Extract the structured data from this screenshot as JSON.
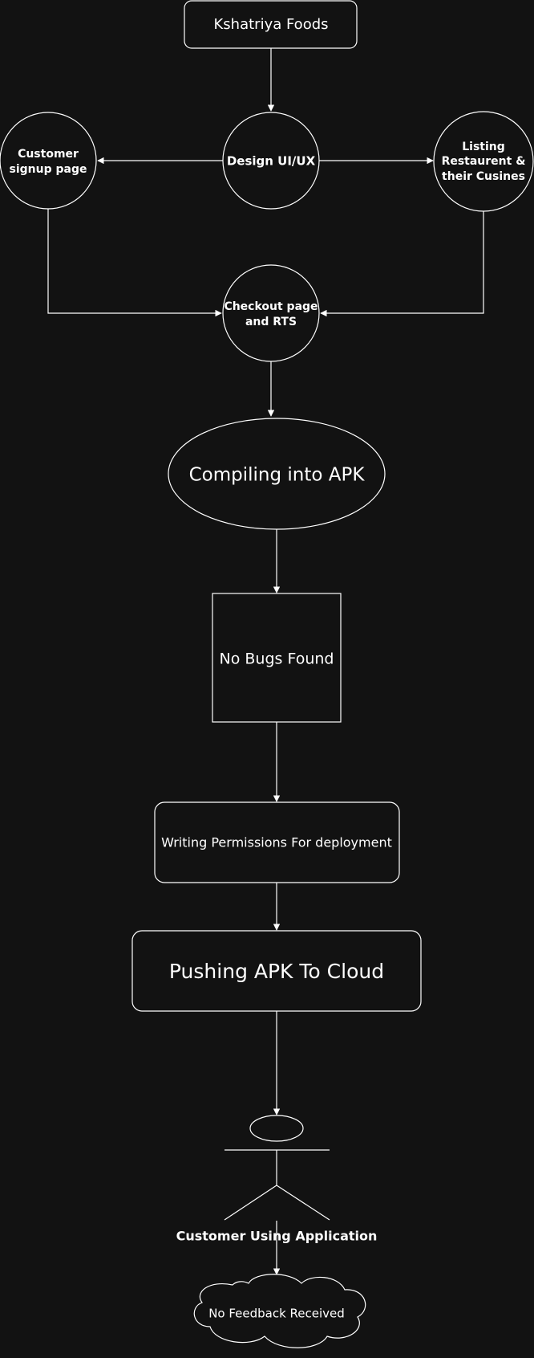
{
  "nodes": {
    "kshatriya": "Kshatriya Foods",
    "design": "Design UI/UX",
    "customer_signup": [
      "Customer",
      "signup page"
    ],
    "listing": [
      "Listing",
      "Restaurent &",
      "their Cusines"
    ],
    "checkout": [
      "Checkout page",
      "and RTS"
    ],
    "compiling": "Compiling into APK",
    "no_bugs": "No Bugs Found",
    "permissions": "Writing Permissions For deployment",
    "pushing": "Pushing APK To Cloud",
    "customer_using": "Customer Using Application",
    "no_feedback": "No Feedback Received"
  },
  "colors": {
    "background": "#121212",
    "stroke": "#ffffff",
    "text": "#ffffff"
  }
}
